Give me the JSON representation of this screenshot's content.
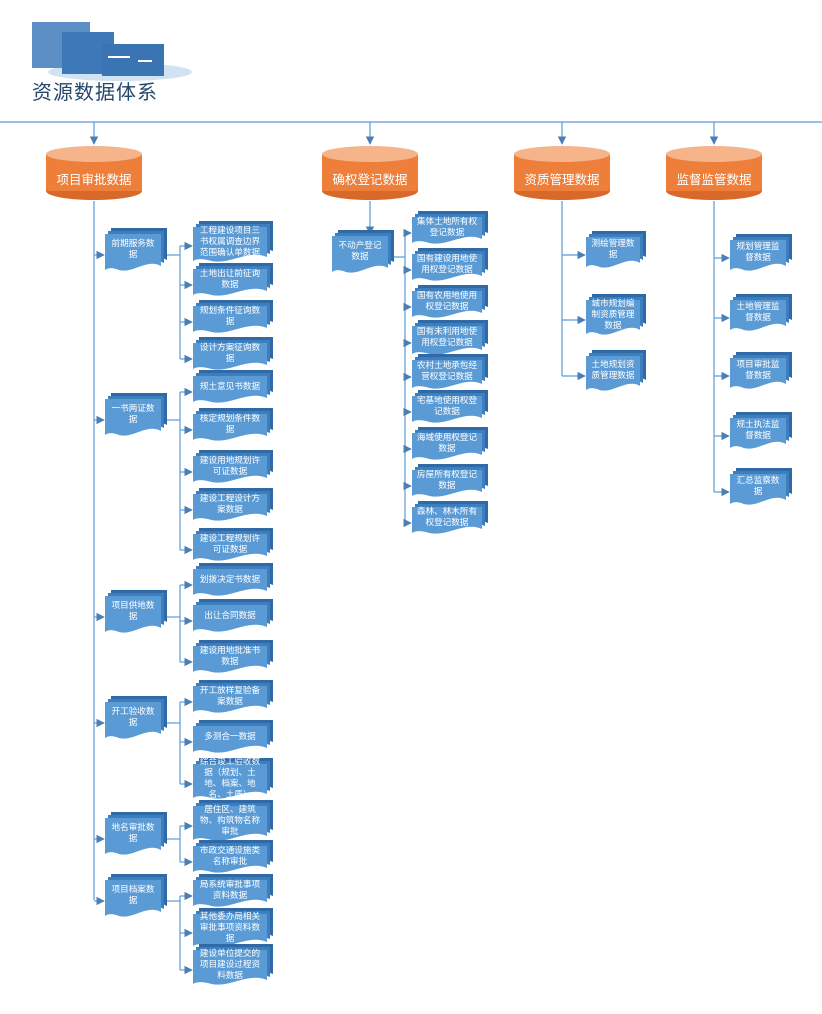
{
  "title": "资源数据体系",
  "colors": {
    "line": "#5b9bd5",
    "arrow": "#4a7fb5",
    "header_fill": "#ee7f3a",
    "header_top": "#f6b48a",
    "doc_back": "#2f6aa6",
    "doc_mid": "#3d7ebf",
    "doc_front": "#5b9bd5",
    "title_text": "#24476b"
  },
  "categories": [
    {
      "id": "xmsp",
      "label": "项目审批数据",
      "groups": [
        {
          "id": "qqfw",
          "label": "前期服务数据",
          "items": [
            "工程建设项目三书权属调查边界范围确认单数据",
            "土地出让前征询数据",
            "规划条件征询数据",
            "设计方案征询数据"
          ]
        },
        {
          "id": "ysltz",
          "label": "一书两证数据",
          "items": [
            "规土意见书数据",
            "核定规划条件数据",
            "建设用地规划许可证数据",
            "建设工程设计方案数据",
            "建设工程规划许可证数据"
          ]
        },
        {
          "id": "xmgd",
          "label": "项目供地数据",
          "items": [
            "划拨决定书数据",
            "出让合同数据",
            "建设用地批准书数据"
          ]
        },
        {
          "id": "kgys",
          "label": "开工验收数据",
          "items": [
            "开工放样复验备案数据",
            "多测合一数据",
            "综合竣工验收数据（规划、土地、档案、地名、土质）"
          ]
        },
        {
          "id": "dmsp",
          "label": "地名审批数据",
          "items": [
            "居住区、建筑物、构筑物名称审批",
            "市政交通设施类名称审批"
          ]
        },
        {
          "id": "xmda",
          "label": "项目档案数据",
          "items": [
            "局系统审批事项资料数据",
            "其他委办局相关审批事项资料数据",
            "建设单位提交的项目建设过程资料数据"
          ]
        }
      ]
    },
    {
      "id": "qqdj",
      "label": "确权登记数据",
      "groups": [
        {
          "id": "bdcdj",
          "label": "不动产登记数据",
          "items": [
            "集体土地所有权登记数据",
            "国有建设用地使用权登记数据",
            "国有农用地使用权登记数据",
            "国有未利用地使用权登记数据",
            "农村土地承包经营权登记数据",
            "宅基地使用权登记数据",
            "海域使用权登记数据",
            "房屋所有权登记数据",
            "森林、林木所有权登记数据"
          ]
        }
      ]
    },
    {
      "id": "zzgl",
      "label": "资质管理数据",
      "items": [
        "测绘管理数据",
        "城市规划编制资质管理数据",
        "土地规划资质管理数据"
      ]
    },
    {
      "id": "dcjg",
      "label": "监督监管数据",
      "items": [
        "规划管理监督数据",
        "土地管理监督数据",
        "项目审批监督数据",
        "规土执法监督数据",
        "汇总监察数据"
      ]
    }
  ]
}
